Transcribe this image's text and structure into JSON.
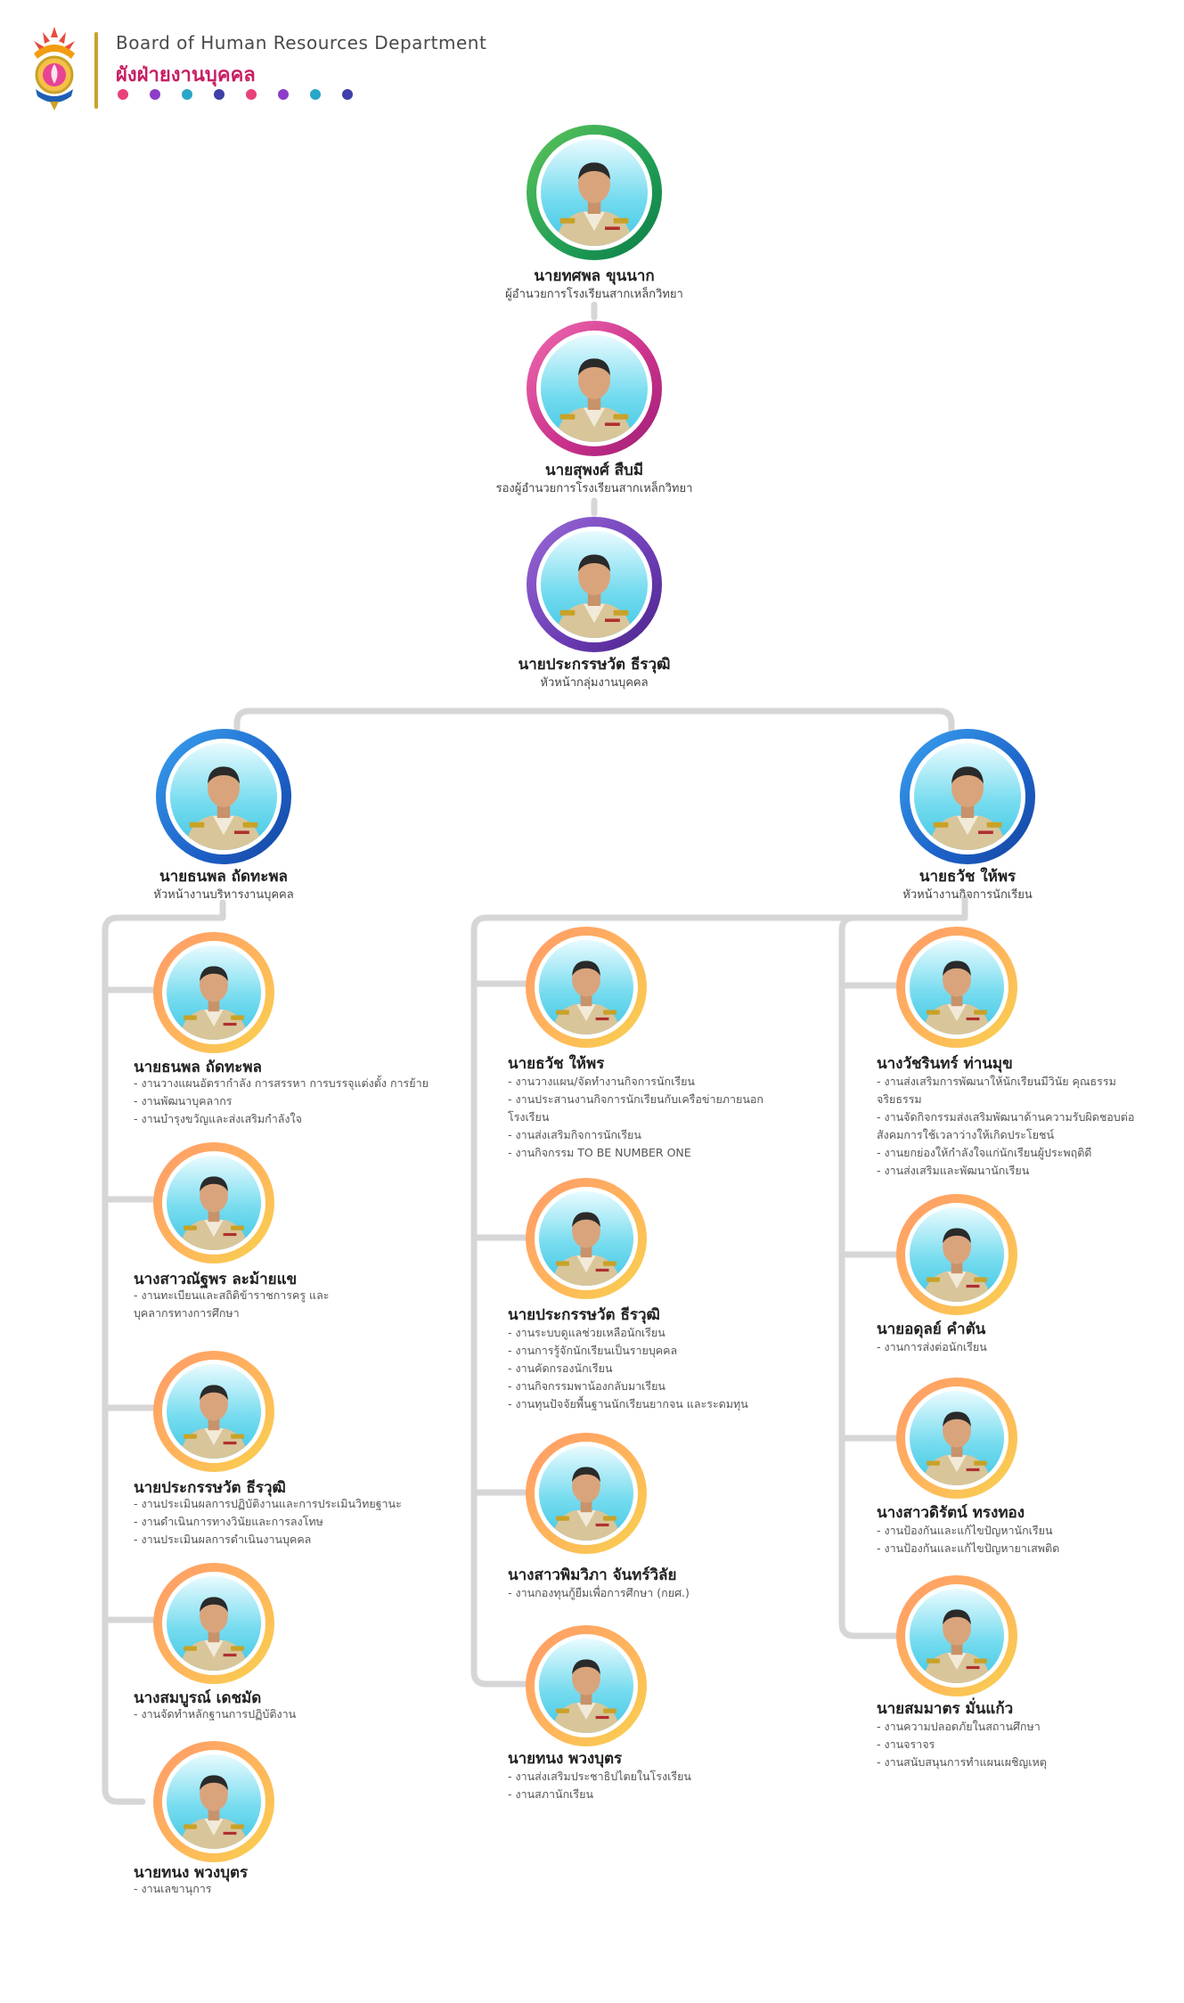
{
  "header": {
    "title_en": "Board of Human Resources Department",
    "title_th": "ผังฝ่ายงานบุคคล",
    "dot_colors": [
      "#e8417c",
      "#8c3ec8",
      "#2aa6c8",
      "#3e3fa8",
      "#e8417c",
      "#8c3ec8",
      "#2aa6c8",
      "#3e3fa8"
    ]
  },
  "top": [
    {
      "name": "นายทศพล ขุนนาก",
      "role": "ผู้อำนวยการโรงเรียนสากเหล็กวิทยา"
    },
    {
      "name": "นายสุพงศ์ สืบมี",
      "role": "รองผู้อำนวยการโรงเรียนสากเหล็กวิทยา"
    },
    {
      "name": "นายประกรรษวัต ธีรวุฒิ",
      "role": "หัวหน้ากลุ่มงานบุคคล"
    }
  ],
  "heads": [
    {
      "name": "นายธนพล ถัดทะพล",
      "role": "หัวหน้างานบริหารงานบุคคล"
    },
    {
      "name": "นายธวัช ให้พร",
      "role": "หัวหน้างานกิจการนักเรียน"
    }
  ],
  "col1": [
    {
      "name": "นายธนพล ถัดทะพล",
      "duties": [
        "- งานวางแผนอัตรากำลัง การสรรหา การบรรจุแต่งตั้ง การย้าย",
        "- งานพัฒนาบุคลากร",
        "- งานบำรุงขวัญและส่งเสริมกำลังใจ"
      ]
    },
    {
      "name": "นางสาวณัฐพร ละม้ายแข",
      "duties": [
        "- งานทะเบียนและสถิติข้าราชการครู และบุคลากรทางการศึกษา"
      ]
    },
    {
      "name": "นายประกรรษวัต ธีรวุฒิ",
      "duties": [
        "- งานประเมินผลการปฏิบัติงานและการประเมินวิทยฐานะ",
        "- งานดำเนินการทางวินัยและการลงโทษ",
        "- งานประเมินผลการดำเนินงานบุคคล"
      ]
    },
    {
      "name": "นางสมบูรณ์ เดชมัด",
      "duties": [
        "- งานจัดทำหลักฐานการปฏิบัติงาน"
      ]
    },
    {
      "name": "นายทนง พวงบุตร",
      "duties": [
        "- งานเลขานุการ"
      ]
    }
  ],
  "col2": [
    {
      "name": "นายธวัช ให้พร",
      "duties": [
        "- งานวางแผน/จัดทำงานกิจการนักเรียน",
        "- งานประสานงานกิจการนักเรียนกับเครือข่ายภายนอกโรงเรียน",
        "- งานส่งเสริมกิจการนักเรียน",
        "- งานกิจกรรม TO BE NUMBER ONE"
      ]
    },
    {
      "name": "นายประกรรษวัต ธีรวุฒิ",
      "duties": [
        "- งานระบบดูแลช่วยเหลือนักเรียน",
        "- งานการรู้จักนักเรียนเป็นรายบุคคล",
        "- งานคัดกรองนักเรียน",
        "- งานกิจกรรมพาน้องกลับมาเรียน",
        "- งานทุนปัจจัยพื้นฐานนักเรียนยากจน และระดมทุน"
      ]
    },
    {
      "name": "นางสาวพิมวิภา จันทร์วิลัย",
      "duties": [
        "- งานกองทุนกู้ยืมเพื่อการศึกษา (กยศ.)"
      ]
    },
    {
      "name": "นายทนง พวงบุตร",
      "duties": [
        "- งานส่งเสริมประชาธิปไตยในโรงเรียน",
        "- งานสภานักเรียน"
      ]
    }
  ],
  "col3": [
    {
      "name": "นางวัชรินทร์ ท่านมุข",
      "duties": [
        "- งานส่งเสริมการพัฒนาให้นักเรียนมีวินัย คุณธรรม จริยธรรม",
        "- งานจัดกิจกรรมส่งเสริมพัฒนาด้านความรับผิดชอบต่อสังคมการใช้เวลาว่างให้เกิดประโยชน์",
        "- งานยกย่องให้กำลังใจแก่นักเรียนผู้ประพฤติดี",
        "- งานส่งเสริมและพัฒนานักเรียน"
      ]
    },
    {
      "name": "นายอดุลย์ คำตัน",
      "duties": [
        "- งานการส่งต่อนักเรียน"
      ]
    },
    {
      "name": "นางสาวดิรัตน์ ทรงทอง",
      "duties": [
        "- งานป้องกันและแก้ไขปัญหานักเรียน",
        "- งานป้องกันและแก้ไขปัญหายาเสพติด"
      ]
    },
    {
      "name": "นายสมมาตร มั่นแก้ว",
      "duties": [
        "- งานความปลอดภัยในสถานศึกษา",
        "- งานจราจร",
        "- งานสนับสนุนการทำแผนเผชิญเหตุ"
      ]
    }
  ]
}
